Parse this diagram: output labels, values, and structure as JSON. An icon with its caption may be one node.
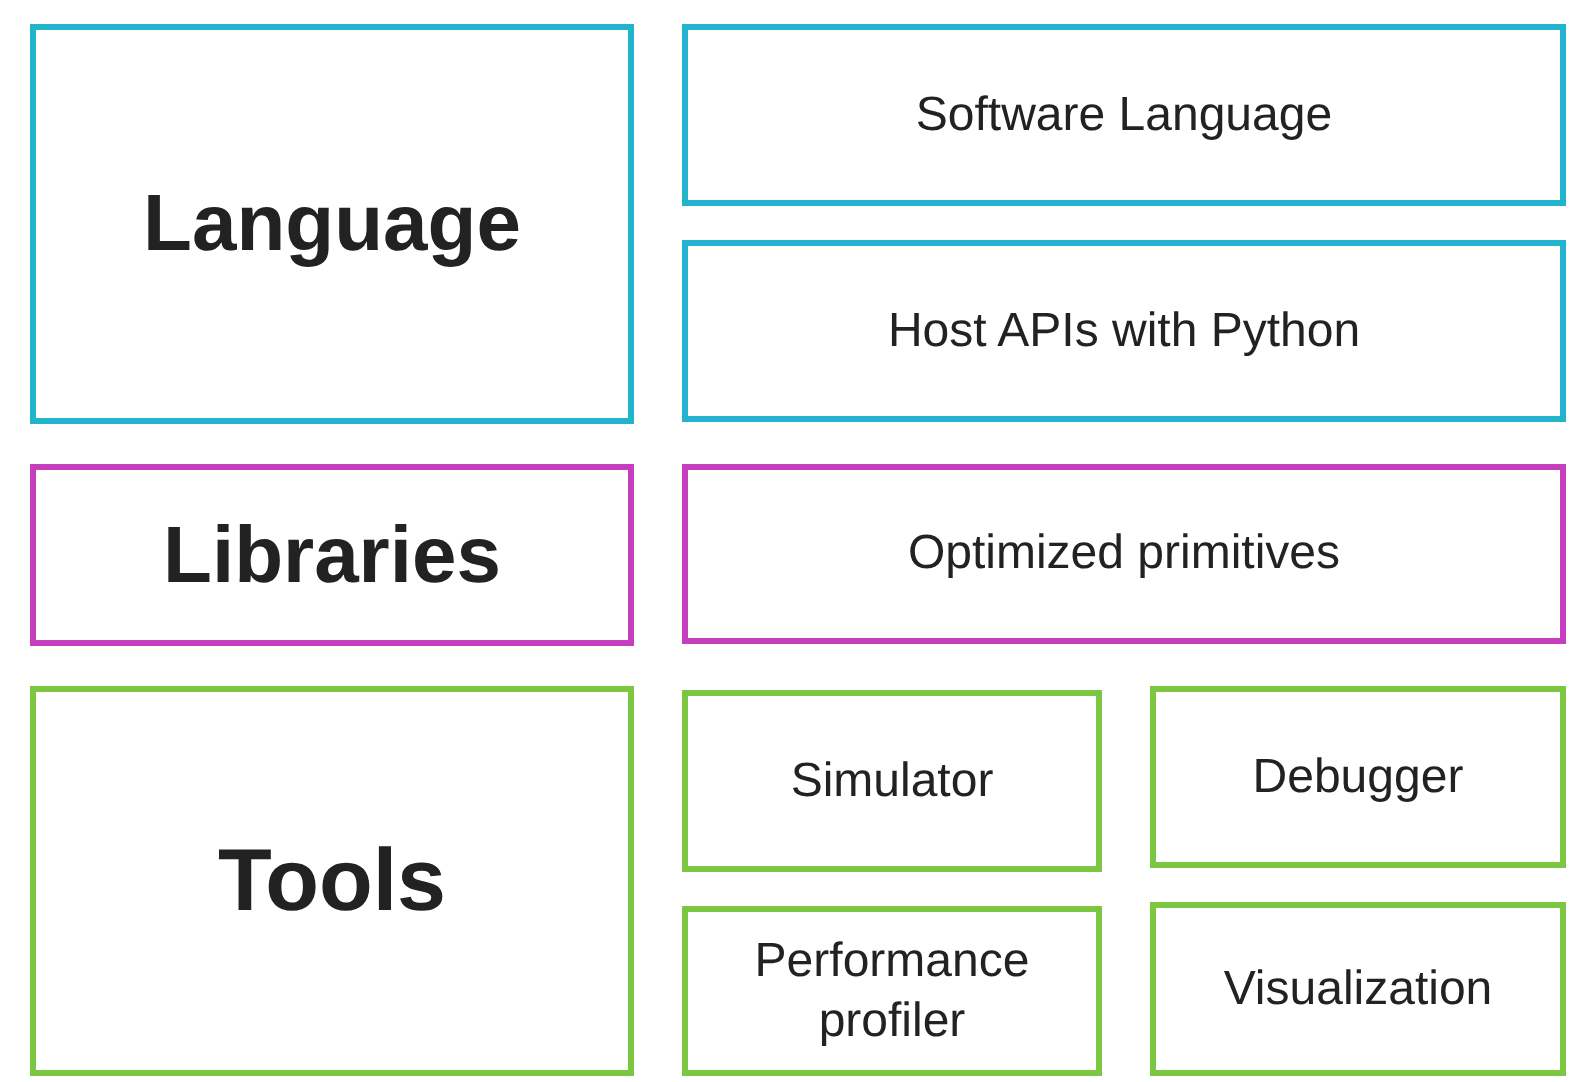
{
  "diagram": {
    "nodes": [
      {
        "text": [
          "Language"
        ]
      },
      {
        "text": [
          "Software Language"
        ]
      },
      {
        "text": [
          "Host APIs with Python"
        ]
      },
      {
        "text": [
          "Libraries"
        ]
      },
      {
        "text": [
          "Optimized primitives"
        ]
      },
      {
        "text": [
          "Tools"
        ]
      },
      {
        "text": [
          "Simulator"
        ]
      },
      {
        "text": [
          "Debugger"
        ]
      },
      {
        "text": [
          "Performance profiler"
        ]
      },
      {
        "text": [
          "Visualization"
        ]
      }
    ],
    "edges": []
  }
}
